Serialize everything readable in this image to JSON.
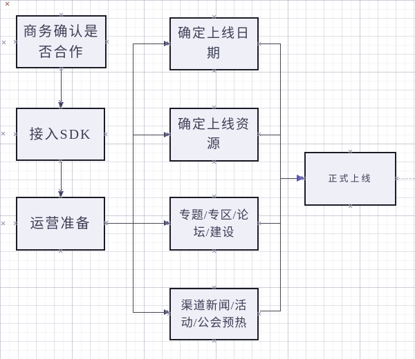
{
  "diagram": {
    "nodes": [
      {
        "name": "business-confirm",
        "lines": [
          "商务确认是",
          "否合作"
        ]
      },
      {
        "name": "integrate-sdk",
        "lines": [
          "接入SDK"
        ]
      },
      {
        "name": "operations-prep",
        "lines": [
          "运营准备"
        ]
      },
      {
        "name": "confirm-launch-date",
        "lines": [
          "确定上线日",
          "期"
        ]
      },
      {
        "name": "confirm-launch-resources",
        "lines": [
          "确定上线资",
          "源"
        ]
      },
      {
        "name": "topic-zone-forum",
        "lines": [
          "专题/专区/论",
          "坛/建设"
        ]
      },
      {
        "name": "channel-news-preheat",
        "lines": [
          "渠道新闻/活",
          "动/公会预热"
        ]
      },
      {
        "name": "official-launch",
        "lines": [
          "正式上线"
        ]
      }
    ],
    "edges": [
      {
        "from": "business-confirm",
        "to": "integrate-sdk"
      },
      {
        "from": "integrate-sdk",
        "to": "operations-prep"
      },
      {
        "from": "operations-prep",
        "to": "confirm-launch-date"
      },
      {
        "from": "operations-prep",
        "to": "confirm-launch-resources"
      },
      {
        "from": "operations-prep",
        "to": "topic-zone-forum"
      },
      {
        "from": "operations-prep",
        "to": "channel-news-preheat"
      },
      {
        "from": "confirm-launch-date",
        "to": "official-launch"
      },
      {
        "from": "confirm-launch-resources",
        "to": "official-launch"
      },
      {
        "from": "topic-zone-forum",
        "to": "official-launch"
      },
      {
        "from": "channel-news-preheat",
        "to": "official-launch"
      }
    ],
    "colors": {
      "node_fill": "#efeff8",
      "node_border": "#1b1b26",
      "node_text": "#3d3d54",
      "connector": "#45454f",
      "arrow": "#3a3a58",
      "final_arrow": "#5b52b5",
      "handle": "#8f8fa6"
    }
  }
}
